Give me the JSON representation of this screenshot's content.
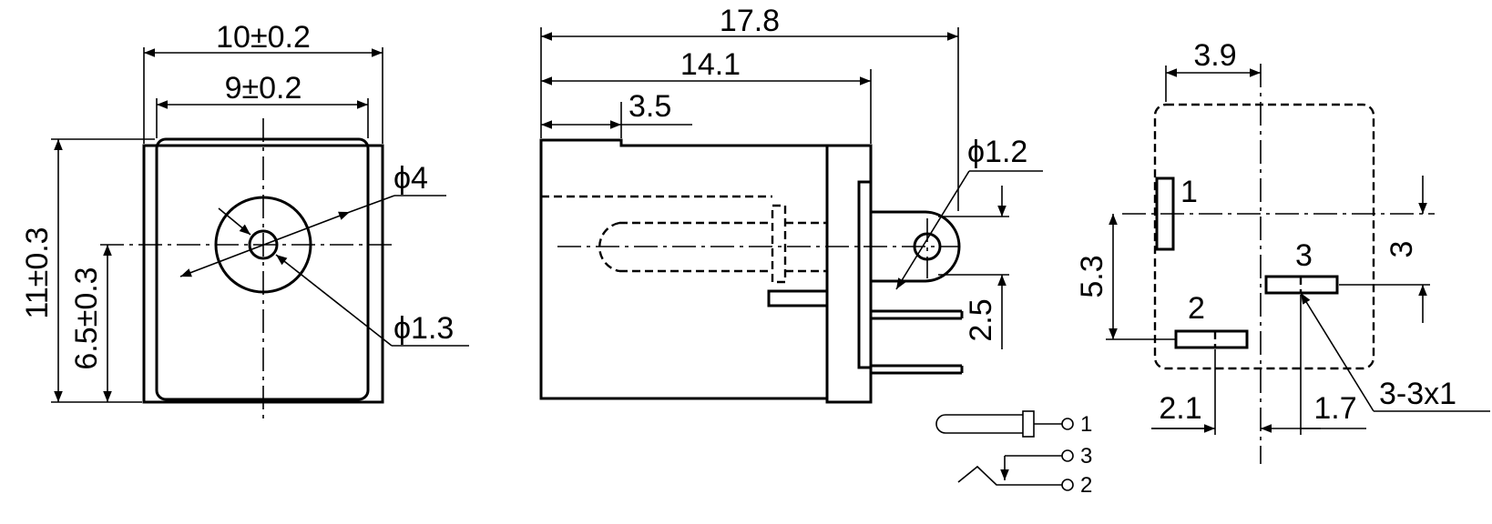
{
  "front_view": {
    "width_outer": "10±0.2",
    "width_inner": "9±0.2",
    "height_total": "11±0.3",
    "center_height": "6.5±0.3",
    "hole_outer": "ϕ4",
    "hole_inner": "ϕ1.3"
  },
  "side_view": {
    "total_length": "17.8",
    "body_length": "14.1",
    "front_step": "3.5",
    "pin_hole": "ϕ1.2",
    "pin_spacing": "2.5"
  },
  "footprint": {
    "offset_top": "3.9",
    "pin_spacing_v": "5.3",
    "pin3_height": "3",
    "offset_left": "2.1",
    "offset_right": "1.7",
    "slot_size": "3-3x1",
    "pin1": "1",
    "pin2": "2",
    "pin3": "3"
  },
  "schematic": {
    "pin1": "1",
    "pin3": "3",
    "pin2": "2"
  }
}
